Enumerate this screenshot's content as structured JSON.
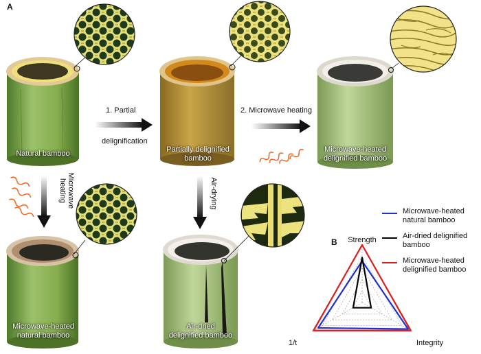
{
  "panel_a": "A",
  "panel_b": "B",
  "steps": {
    "step1_line1": "1. Partial",
    "step1_line2": "delignification",
    "step2": "2. Microwave heating",
    "microwave_line1": "Microwave",
    "microwave_line2": "heating",
    "air_drying": "Air-drying"
  },
  "samples": {
    "natural": "Natural bamboo",
    "partial_line1": "Partially delignified",
    "partial_line2": "bamboo",
    "mw_delig_line1": "Microwave-heated",
    "mw_delig_line2": "delignified bamboo",
    "mw_nat_line1": "Microwave-heated",
    "mw_nat_line2": "natural bamboo",
    "air_line1": "Air-dried",
    "air_line2": "delignified bamboo"
  },
  "radar": {
    "axes": [
      "Strength",
      "1/t",
      "Integrity"
    ],
    "rings": 5,
    "series": [
      {
        "name_line1": "Microwave-heated",
        "name_line2": "natural bamboo",
        "color": "#1f2fd6",
        "values": [
          0.72,
          0.88,
          0.92
        ]
      },
      {
        "name_line1": "Air-dried delignified",
        "name_line2": "bamboo",
        "color": "#000000",
        "values": [
          0.78,
          0.18,
          0.18
        ]
      },
      {
        "name_line1": "Microwave-heated",
        "name_line2": "delignified bamboo",
        "color": "#e01a1a",
        "values": [
          1.0,
          0.97,
          0.97
        ]
      }
    ]
  },
  "colors": {
    "bamboo_green": "#7fa84a",
    "cell_yellow": "#d8d26a",
    "delignified_brown": "#b88a2a",
    "arrow": "#111111",
    "microwave": "#f06a2a"
  }
}
